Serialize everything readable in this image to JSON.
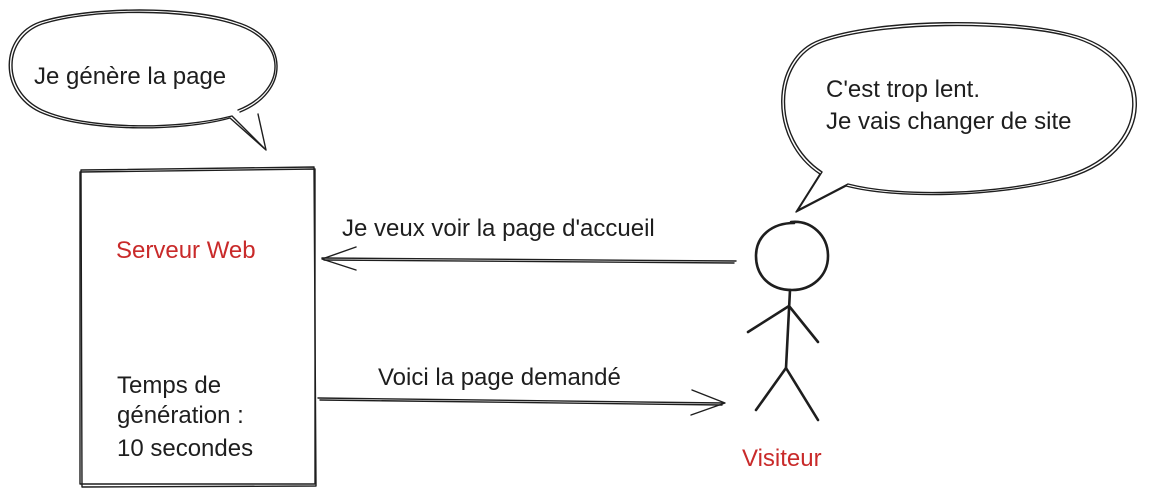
{
  "colors": {
    "ink": "#1e1e1e",
    "accent": "#c92a2a"
  },
  "server": {
    "title": "Serveur Web",
    "stats_line1": "Temps de",
    "stats_line2": "génération :",
    "stats_line3": "10 secondes",
    "bubble": "Je génère la page"
  },
  "visitor": {
    "label": "Visiteur",
    "bubble_line1": "C'est trop lent.",
    "bubble_line2": "Je vais changer de site"
  },
  "arrows": {
    "request": "Je veux voir la page d'accueil",
    "response": "Voici la page demandé"
  }
}
